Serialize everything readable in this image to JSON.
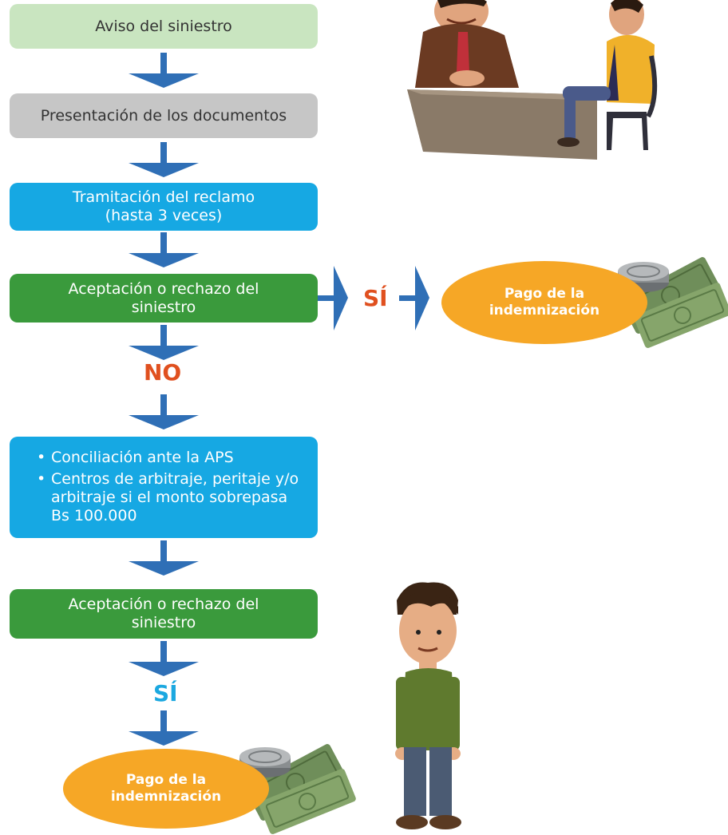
{
  "steps": {
    "aviso": "Aviso del siniestro",
    "presentacion": "Presentación de los documentos",
    "tramitacion_line1": "Tramitación del reclamo",
    "tramitacion_line2": "(hasta 3 veces)",
    "aceptacion1_line1": "Aceptación o rechazo del",
    "aceptacion1_line2": "siniestro",
    "conciliacion_item1": "Conciliación ante la APS",
    "conciliacion_item2": "Centros de arbitraje, peritaje y/o arbitraje si el monto sobrepasa Bs 100.000",
    "aceptacion2_line1": "Aceptación o rechazo del",
    "aceptacion2_line2": "siniestro"
  },
  "answers": {
    "no": "NO",
    "si_right": "SÍ",
    "si_bottom": "SÍ"
  },
  "outcomes": {
    "pago1_line1": "Pago de la",
    "pago1_line2": "indemnización",
    "pago2_line1": "Pago de la",
    "pago2_line2": "indemnización"
  },
  "colors": {
    "arrow": "#2f6fb6",
    "box_light_green": "#c9e5c0",
    "box_gray": "#c6c6c6",
    "box_blue": "#16a8e3",
    "box_green": "#3a9a3c",
    "oval_orange": "#f6a726",
    "answer_orange": "#e0501f",
    "answer_blue": "#1ba8e0"
  },
  "illustrations": {
    "meeting": "insurance-agent-meeting-illustration",
    "money1": "money-icon",
    "money2": "money-icon",
    "person": "standing-man-illustration"
  }
}
